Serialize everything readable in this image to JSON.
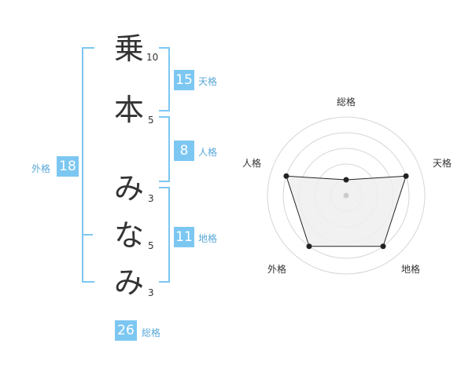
{
  "name": {
    "chars": [
      {
        "char": "乗",
        "strokes": "10"
      },
      {
        "char": "本",
        "strokes": "5"
      },
      {
        "char": "み",
        "strokes": "3"
      },
      {
        "char": "な",
        "strokes": "5"
      },
      {
        "char": "み",
        "strokes": "3"
      }
    ]
  },
  "kaku": {
    "tenkaku": {
      "value": "15",
      "label": "天格"
    },
    "jinkaku": {
      "value": "8",
      "label": "人格"
    },
    "chikaku": {
      "value": "11",
      "label": "地格"
    },
    "gaikaku": {
      "value": "18",
      "label": "外格"
    },
    "soukaku": {
      "value": "26",
      "label": "総格"
    }
  },
  "radar": {
    "axes": [
      "総格",
      "天格",
      "地格",
      "外格",
      "人格"
    ],
    "values": [
      0.2,
      0.8,
      0.8,
      0.8,
      0.8
    ],
    "colors": {
      "fill": "#efefef",
      "stroke": "#222222",
      "grid": "#d6d6d6",
      "accent": "#7cc7f2"
    }
  }
}
